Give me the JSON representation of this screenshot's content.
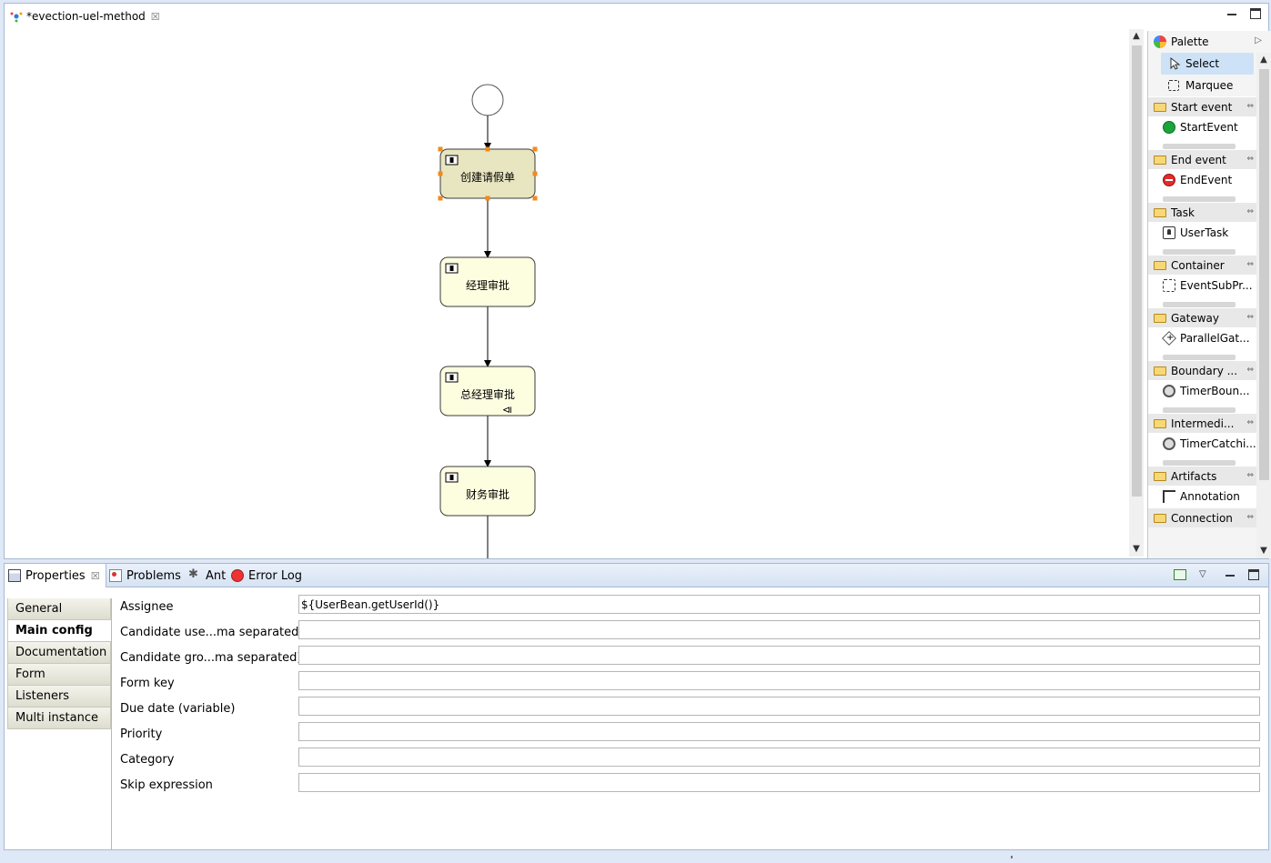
{
  "editor": {
    "tab_title": "*evection-uel-method"
  },
  "diagram": {
    "nodes": [
      {
        "id": "task1",
        "label": "创建请假单",
        "selected": true,
        "fill": "#e8e6c0"
      },
      {
        "id": "task2",
        "label": "经理审批",
        "selected": false,
        "fill": "#fdfde0"
      },
      {
        "id": "task3",
        "label": "总经理审批",
        "selected": false,
        "fill": "#fdfde0",
        "multi_instance": true
      },
      {
        "id": "task4",
        "label": "财务审批",
        "selected": false,
        "fill": "#fdfde0"
      }
    ],
    "colors": {
      "selection_handle": "#f28a1c",
      "task_border": "#3b3b3b"
    }
  },
  "palette": {
    "title": "Palette",
    "tools": [
      {
        "label": "Select",
        "icon": "cursor-icon",
        "selected": true
      },
      {
        "label": "Marquee",
        "icon": "marquee-icon",
        "selected": false
      }
    ],
    "drawers": [
      {
        "label": "Start event",
        "item": "StartEvent",
        "icon": "start-event-icon"
      },
      {
        "label": "End event",
        "item": "EndEvent",
        "icon": "end-event-icon"
      },
      {
        "label": "Task",
        "item": "UserTask",
        "icon": "user-task-icon"
      },
      {
        "label": "Container",
        "item": "EventSubPr...",
        "icon": "event-subprocess-icon"
      },
      {
        "label": "Gateway",
        "item": "ParallelGat...",
        "icon": "parallel-gateway-icon"
      },
      {
        "label": "Boundary ...",
        "item": "TimerBoun...",
        "icon": "timer-boundary-icon"
      },
      {
        "label": "Intermedi...",
        "item": "TimerCatchi...",
        "icon": "timer-catch-icon"
      },
      {
        "label": "Artifacts",
        "item": "Annotation",
        "icon": "annotation-icon"
      },
      {
        "label": "Connection",
        "item": "",
        "icon": ""
      }
    ]
  },
  "properties": {
    "tabs": [
      {
        "label": "Properties",
        "active": true
      },
      {
        "label": "Problems",
        "active": false
      },
      {
        "label": "Ant",
        "active": false
      },
      {
        "label": "Error Log",
        "active": false
      }
    ],
    "sections": [
      "General",
      "Main config",
      "Documentation",
      "Form",
      "Listeners",
      "Multi instance"
    ],
    "active_section": "Main config",
    "fields": [
      {
        "label": "Assignee",
        "value": "${UserBean.getUserId()}"
      },
      {
        "label": "Candidate use...ma separated)",
        "value": ""
      },
      {
        "label": "Candidate gro...ma separated)",
        "value": ""
      },
      {
        "label": "Form key",
        "value": ""
      },
      {
        "label": "Due date (variable)",
        "value": ""
      },
      {
        "label": "Priority",
        "value": ""
      },
      {
        "label": "Category",
        "value": ""
      },
      {
        "label": "Skip expression",
        "value": ""
      }
    ]
  }
}
